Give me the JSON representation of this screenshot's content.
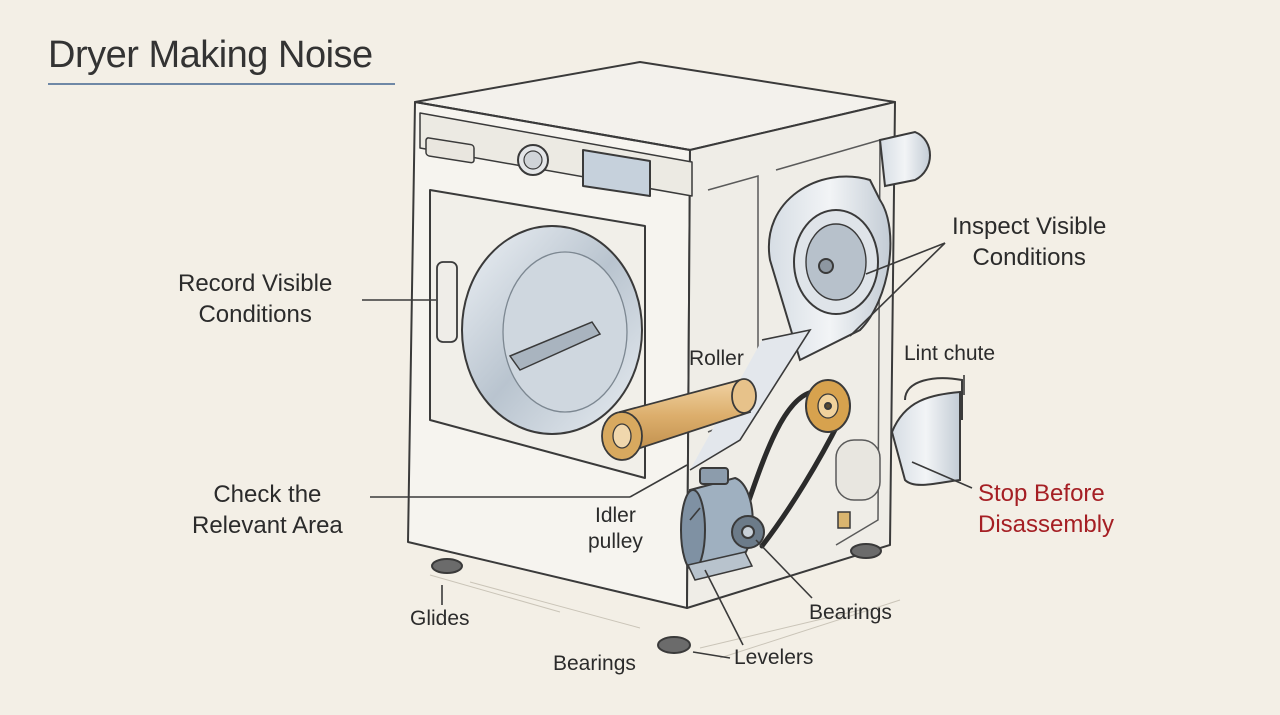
{
  "title": "Dryer Making Noise",
  "labels": {
    "record": [
      "Record Visible",
      "Conditions"
    ],
    "inspect": [
      "Inspect Visible",
      "Conditions"
    ],
    "check": [
      "Check the",
      "Relevant Area"
    ],
    "stop": [
      "Stop Before",
      "Disassembly"
    ],
    "roller": "Roller",
    "lint_chute": "Lint chute",
    "idler_pulley": [
      "Idler",
      "pulley"
    ],
    "glides": "Glides",
    "bearings_motor": "Bearings",
    "bearings_foot": "Bearings",
    "levelers": "Levelers"
  },
  "colors": {
    "background": "#f3efe6",
    "ink": "#2b2b2b",
    "warning": "#a51f24",
    "title_underline": "#6f88a6",
    "roller": "#e2b97f",
    "steel": "#c9d2dc"
  },
  "icons": [
    "dryer-illustration",
    "blower-fan-icon",
    "drum-roller-icon",
    "idler-pulley-icon",
    "drive-motor-icon",
    "drive-belt-icon"
  ]
}
